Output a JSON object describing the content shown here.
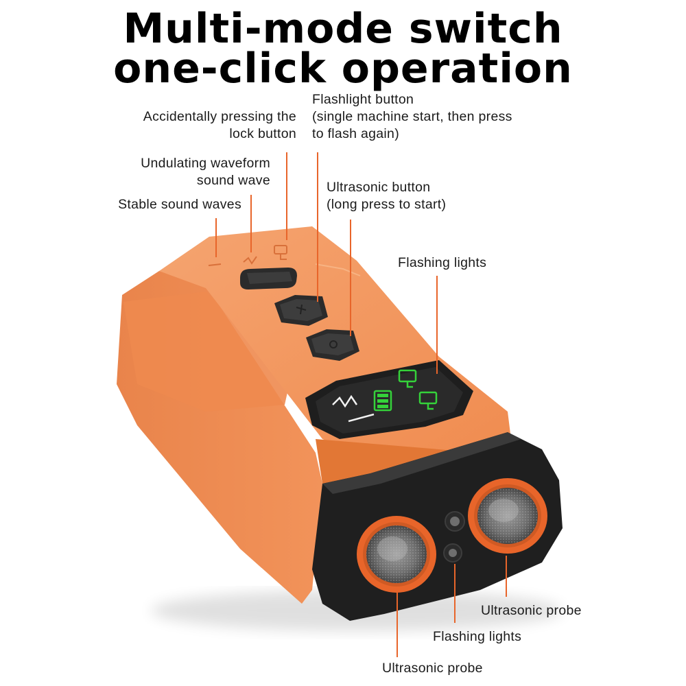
{
  "headline": {
    "line1": "Multi-mode switch",
    "line2": "one-click operation"
  },
  "callouts": {
    "lock_button": [
      "Accidentally pressing the",
      "lock button"
    ],
    "undulating_wave": [
      "Undulating waveform",
      "sound wave"
    ],
    "stable_wave": [
      "Stable sound waves"
    ],
    "flashlight_button": [
      "Flashlight button",
      "(single machine start, then press",
      "to flash again)"
    ],
    "ultrasonic_button": [
      "Ultrasonic button",
      "(long press to start)"
    ],
    "flashing_lights_top": [
      "Flashing lights"
    ],
    "ultrasonic_probe_right": [
      "Ultrasonic probe"
    ],
    "flashing_lights_bottom": [
      "Flashing lights"
    ],
    "ultrasonic_probe_bottom": [
      "Ultrasonic probe"
    ]
  },
  "colors": {
    "accent_line": "#e8652a",
    "device_body": "#f08a4b",
    "device_shade": "#d8703a",
    "device_dark": "#1c1c1c",
    "indicator_green": "#35d23a"
  },
  "icons": {
    "product": "ultrasonic-repeller-device",
    "wave_stable": "flat-line-icon",
    "wave_undulating": "zigzag-wave-icon",
    "lock": "lock-icon",
    "flashlight": "flashlight-icon",
    "ultrasonic": "ultrasonic-icon",
    "battery": "battery-icon"
  }
}
